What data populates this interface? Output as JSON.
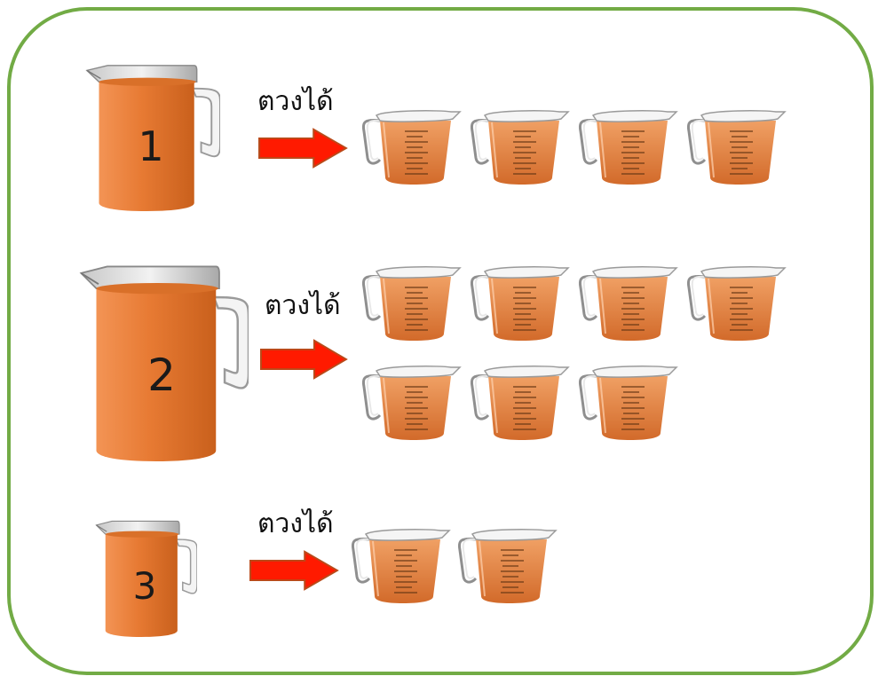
{
  "colors": {
    "frame": "#72ab45",
    "juice": "#e77a33",
    "arrow": "#ff1a00"
  },
  "icons": {
    "pitcher": "pitcher-icon",
    "arrow": "right-arrow-icon",
    "cup": "measuring-cup-icon"
  },
  "rows": [
    {
      "pitcher_number": "1",
      "label": "ตวงได้",
      "cup_count": 4
    },
    {
      "pitcher_number": "2",
      "label": "ตวงได้",
      "cup_count": 7
    },
    {
      "pitcher_number": "3",
      "label": "ตวงได้",
      "cup_count": 2
    }
  ]
}
